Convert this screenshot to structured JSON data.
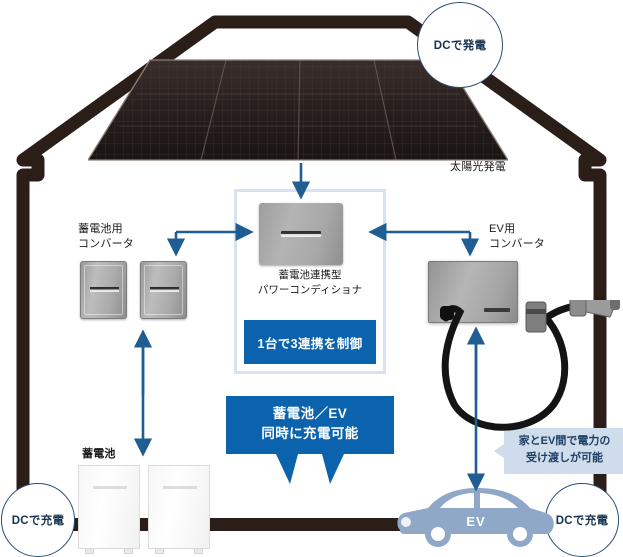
{
  "diagram": {
    "title_badges": {
      "generation": "DCで発電",
      "battery_charge": "DCで充電",
      "ev_charge": "DCで充電"
    },
    "labels": {
      "solar": "太陽光発電",
      "battery_converter_line1": "蓄電池用",
      "battery_converter_line2": "コンバータ",
      "ev_converter_line1": "EV用",
      "ev_converter_line2": "コンバータ",
      "pcs_line1": "蓄電池連携型",
      "pcs_line2": "パワーコンディショナ",
      "battery": "蓄電池",
      "ev": "EV"
    },
    "callouts": {
      "control_box": "1台で3連携を制御",
      "bubble_line1": "蓄電池／EV",
      "bubble_line2": "同時に充電可能",
      "ev_link_line1": "家とEV間で電力の",
      "ev_link_line2": "受け渡しが可能"
    },
    "colors": {
      "accent_blue": "#0b63ad",
      "arrow_blue": "#1f5d92",
      "light_blue_frame": "#d6e3f2",
      "callout_bg": "#cfdcec",
      "house_outline": "#2b1d18",
      "car_body": "#90a8c8",
      "badge_border": "#2b4d74"
    },
    "icons": {
      "solar_panel": "solar-panel-icon",
      "power_conditioner": "power-conditioner-icon",
      "converter": "converter-icon",
      "ev_charger": "ev-charger-icon",
      "storage_battery": "storage-battery-icon",
      "electric_vehicle": "ev-car-icon"
    }
  }
}
